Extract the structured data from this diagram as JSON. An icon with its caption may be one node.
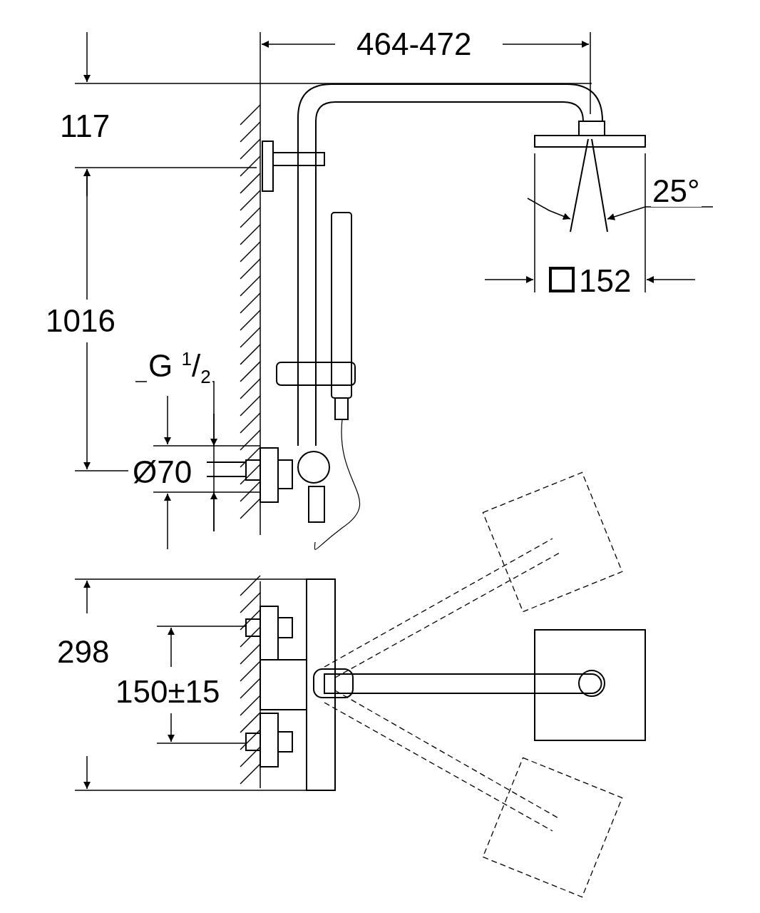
{
  "diagram": {
    "labels": [
      "464-472",
      "117",
      "25°",
      "1016",
      "152",
      "G $^{1}$/$_{2}$",
      "Ø70",
      "298",
      "150±15"
    ]
  }
}
